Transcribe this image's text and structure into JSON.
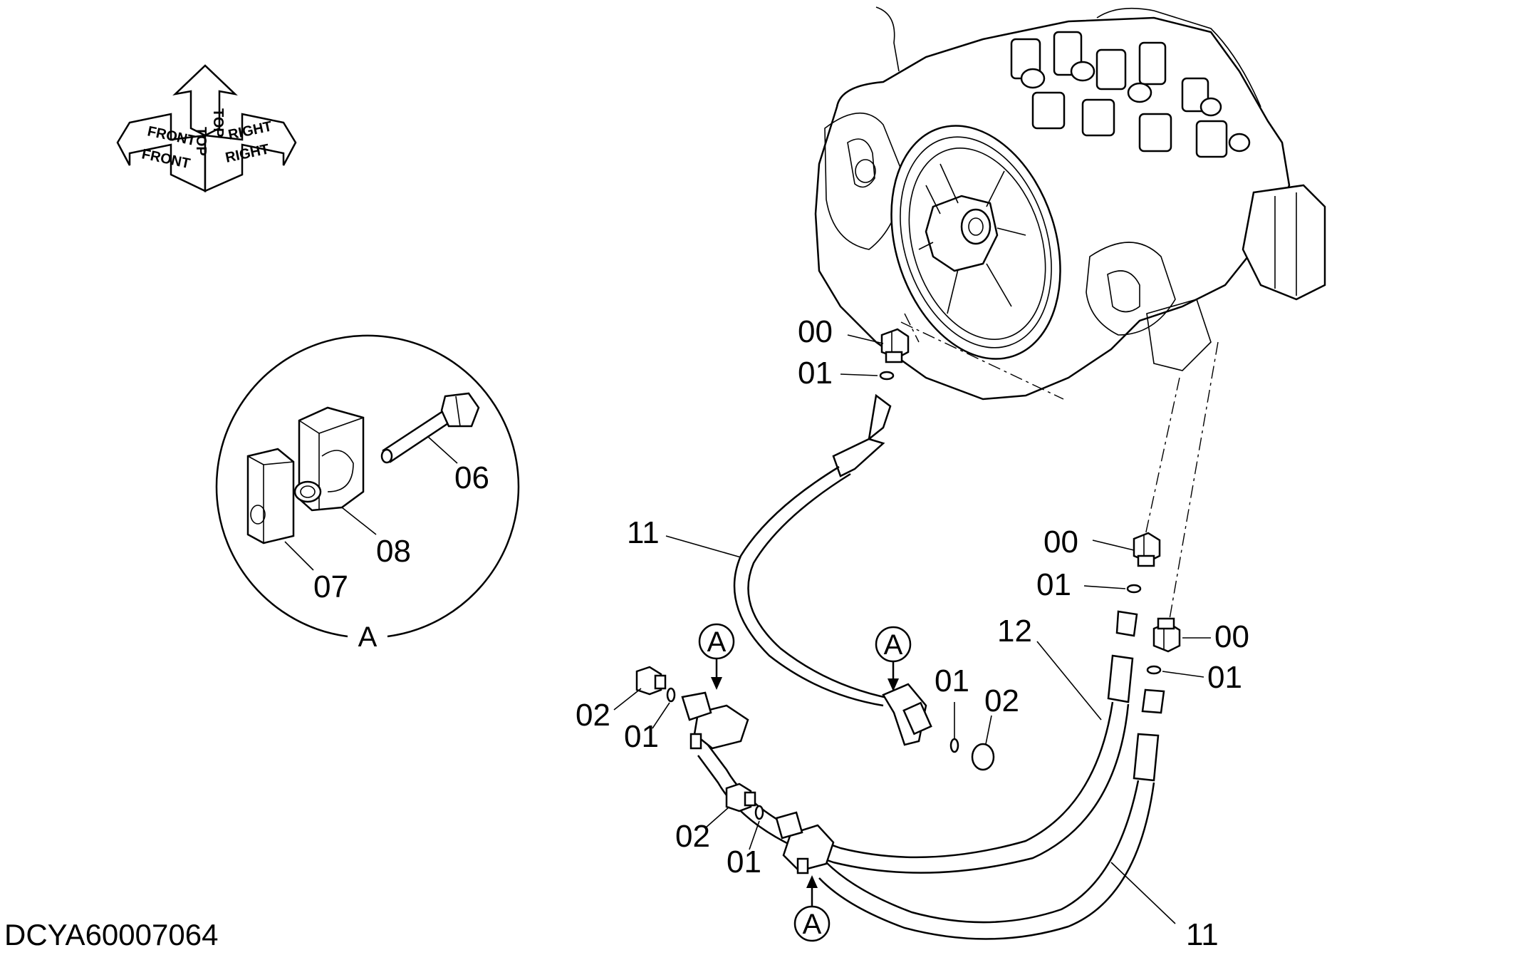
{
  "drawing_code": "DCYA60007064",
  "orientation": {
    "front": "FRONT",
    "top": "TOP",
    "right": "RIGHT"
  },
  "detail": {
    "label": "A",
    "callouts": [
      "06",
      "07",
      "08"
    ]
  },
  "callouts": {
    "upper_left_plug": "00",
    "upper_left_oring": "01",
    "mid_plug": "00",
    "mid_oring": "01",
    "right_plug": "00",
    "right_oring": "01",
    "hose_11_upper": "11",
    "hose_11_lower": "11",
    "hose_12": "12",
    "left_plug_02": "02",
    "left_oring_01": "01",
    "center_oring_01": "01",
    "center_plug_02": "02",
    "lower_plug_02": "02",
    "lower_oring_01": "01"
  },
  "section_refs": [
    "A",
    "A",
    "A"
  ]
}
